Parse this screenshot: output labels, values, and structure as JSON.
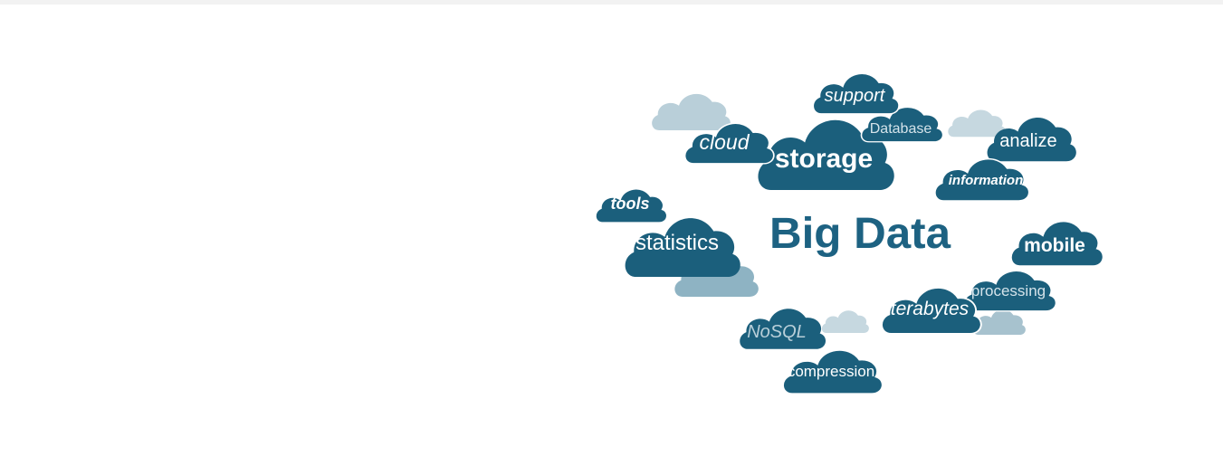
{
  "banner": {
    "title": "Big Data",
    "colors": {
      "dark_cloud": "#1b5f7c",
      "light_cloud": "#b9cfd9",
      "mid_cloud": "#8eb3c3",
      "title": "#1d6282",
      "text_on_cloud": "#ffffff"
    },
    "clouds": [
      {
        "label": "support"
      },
      {
        "label": "Database"
      },
      {
        "label": "cloud"
      },
      {
        "label": "storage"
      },
      {
        "label": "analize"
      },
      {
        "label": "information"
      },
      {
        "label": "tools"
      },
      {
        "label": "statistics"
      },
      {
        "label": "mobile"
      },
      {
        "label": "processing"
      },
      {
        "label": "terabytes"
      },
      {
        "label": "NoSQL"
      },
      {
        "label": "compression"
      }
    ]
  }
}
